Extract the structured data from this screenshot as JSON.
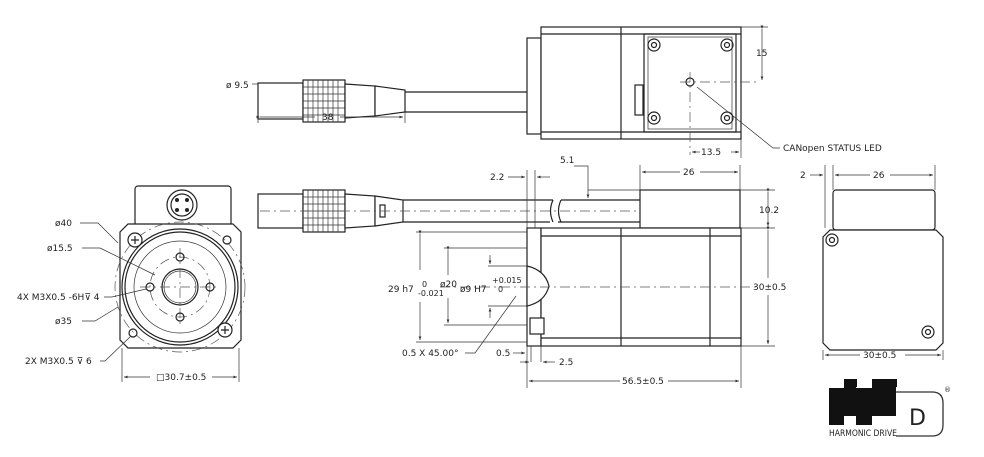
{
  "top_view": {
    "cable_dia": "ø 9.5",
    "connector_length": "38",
    "led_height": "15",
    "led_offset": "13.5",
    "led_label": "CANopen STATUS LED"
  },
  "front_view": {
    "d40": "ø40",
    "d15_5": "ø15.5",
    "tapped_holes": "4X M3X0.5 -6H⊽ 4",
    "d35": "ø35",
    "mount_holes": "2X M3X0.5 ⊽ 6",
    "square": "□30.7±0.5"
  },
  "side_view": {
    "dim_2_2": "2.2",
    "dim_5_1": "5.1",
    "dim_26": "26",
    "dim_10_2": "10.2",
    "pilot": "29 h7",
    "pilot_tol_upper": "0",
    "pilot_tol_lower": "-0.021",
    "d20": "ø20",
    "bore": "ø9 H7",
    "bore_tol_upper": "+0.015",
    "bore_tol_lower": "0",
    "height": "30±0.5",
    "chamfer": "0.5 X 45.00°",
    "dim_0_5": "0.5",
    "dim_2_5": "2.5",
    "length": "56.5±0.5"
  },
  "rear_view": {
    "dim_2": "2",
    "dim_26": "26",
    "width": "30±0.5"
  },
  "logo": {
    "text": "HARMONIC DRIVE",
    "letter": "D",
    "mark": "®"
  }
}
